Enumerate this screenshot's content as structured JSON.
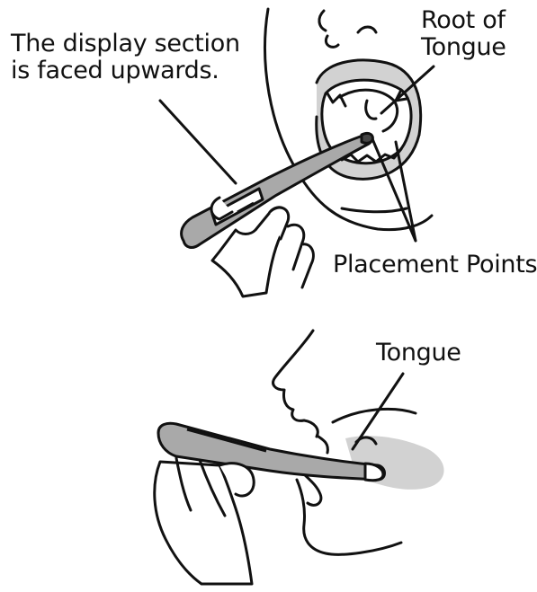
{
  "labels": {
    "display_section": [
      "The display section",
      "is faced upwards."
    ],
    "root_of_tongue": [
      "Root of",
      "Tongue"
    ],
    "placement_points": "Placement Points",
    "tongue": "Tongue"
  },
  "colors": {
    "ink": "#111111",
    "shade": "#a9a9a9",
    "light_shade": "#d2d2d2",
    "background": "#ffffff"
  }
}
